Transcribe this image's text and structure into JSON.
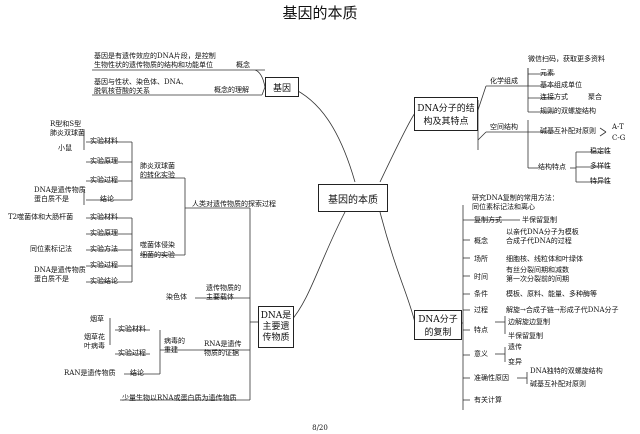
{
  "title": "基因的本质",
  "footer": "8/20",
  "center": "基因的本质",
  "node_gene": "基因",
  "node_dna_struct": [
    "DNA分子的结",
    "构及其特点"
  ],
  "node_dna_material": [
    "DNA是",
    "主要遗",
    "传物质"
  ],
  "node_dna_rep": [
    "DNA分子",
    "的复制"
  ],
  "gene": {
    "concept_text": [
      "基因是有遗传效应的DNA片段，是控制",
      "生物性状的遗传物质的结构和功能单位"
    ],
    "concept": "概念",
    "understand_text": [
      "基因与性状、染色体、DNA、",
      "脱氧核苷酸的关系"
    ],
    "understand": "概念的理解"
  },
  "struct": {
    "wechat": "微信扫码，获取更多资料",
    "chem": "化学组成",
    "element": "元素",
    "basic_unit": "基本组成单位",
    "link_mode": "连接方式",
    "polymer": "聚合",
    "spatial": "空间结构",
    "double_helix": "规则的双螺旋结构",
    "base_pair": "碱基互补配对原则",
    "at": "A-T",
    "cg": "C-G",
    "features": "结构特点",
    "stability": "稳定性",
    "diversity": "多样性",
    "specificity": "特异性"
  },
  "material": {
    "group1": "人类对遗传物质的探索过程",
    "griffith": [
      "肺炎双球菌",
      "的转化实验"
    ],
    "rs": [
      "R型和S型",
      "肺炎双球菌"
    ],
    "mouse": "小鼠",
    "exp_material": "实验材料",
    "exp_principle": "实验原理",
    "exp_process": "实验过程",
    "conclusion": "结论",
    "conc_text1": [
      "DNA是遗传物质",
      "蛋白质不是"
    ],
    "phage": [
      "噬菌体侵染",
      "细菌的实验"
    ],
    "t2": "T2噬菌体和大肠杆菌",
    "exp_method": "实验方法",
    "isotope": "同位素标记法",
    "exp_conclusion": "实验结论",
    "conc_text2": [
      "DNA是遗传物质",
      "蛋白质不是"
    ],
    "chromosome": "染色体",
    "carrier": [
      "遗传物质的",
      "主要载体"
    ],
    "tobacco": "烟草",
    "tmv": [
      "烟草花",
      "叶病毒"
    ],
    "virus_rebuild": [
      "病毒的",
      "重建"
    ],
    "rna_evidence": [
      "RNA是遗传",
      "物质的证据"
    ],
    "ran": "RAN是遗传物质",
    "few_viruses": "少量生物以RNA或蛋白质为遗传物质"
  },
  "rep": {
    "method_text": [
      "研究DNA复制的常用方法：",
      "同位素标记法和离心"
    ],
    "mode": "复制方式",
    "semi": "半保留复制",
    "concept": "概念",
    "concept_text": [
      "以亲代DNA分子为模板",
      "合成子代DNA的过程"
    ],
    "place": "场所",
    "place_text": "细胞核、线粒体和叶绿体",
    "time": "时间",
    "time_text": [
      "有丝分裂间期和减数",
      "第一次分裂前的间期"
    ],
    "condition": "条件",
    "condition_text": "模板、原料、能量、多种酶等",
    "process": "过程",
    "process_text": "解旋→合成子链→形成子代DNA分子",
    "trait": "特点",
    "trait1": "边解旋边复制",
    "trait2": "半保留复制",
    "meaning": "意义",
    "heredity": "遗传",
    "variation": "变异",
    "accurate": "准确性原因",
    "acc1": "DNA独特的双螺旋结构",
    "acc2": "碱基互补配对原则",
    "calc": "有关计算"
  }
}
